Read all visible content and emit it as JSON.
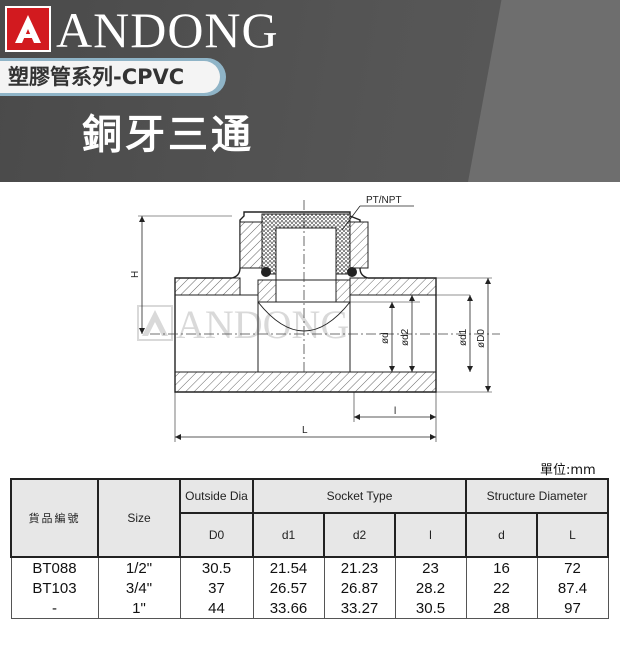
{
  "brand": {
    "logo_letter": "A",
    "name": "ANDONG",
    "logo_color": "#d21a1f"
  },
  "header": {
    "series": "塑膠管系列-CPVC",
    "product_title": "銅牙三通"
  },
  "drawing": {
    "callout_thread": "PT/NPT",
    "dim_H": "H",
    "dim_l": "l",
    "dim_L": "L",
    "dim_d": "ød",
    "dim_d2": "ød2",
    "dim_d1": "ød1",
    "dim_D0": "øD0",
    "watermark": "ANDONG"
  },
  "table": {
    "unit_note": "單位:mm",
    "headers": {
      "item_no": "貨品編號",
      "size": "Size",
      "outside_dia": "Outside Dia",
      "socket_type": "Socket Type",
      "structure_diameter": "Structure Diameter",
      "D0": "D0",
      "d1": "d1",
      "d2": "d2",
      "l": "l",
      "d": "d",
      "L": "L"
    },
    "rows": [
      {
        "item_no": "BT088",
        "size": "1/2\"",
        "D0": "30.5",
        "d1": "21.54",
        "d2": "21.23",
        "l": "23",
        "d": "16",
        "L": "72"
      },
      {
        "item_no": "BT103",
        "size": "3/4\"",
        "D0": "37",
        "d1": "26.57",
        "d2": "26.87",
        "l": "28.2",
        "d": "22",
        "L": "87.4"
      },
      {
        "item_no": "-",
        "size": "1\"",
        "D0": "44",
        "d1": "33.66",
        "d2": "33.27",
        "l": "30.5",
        "d": "28",
        "L": "97"
      }
    ]
  }
}
